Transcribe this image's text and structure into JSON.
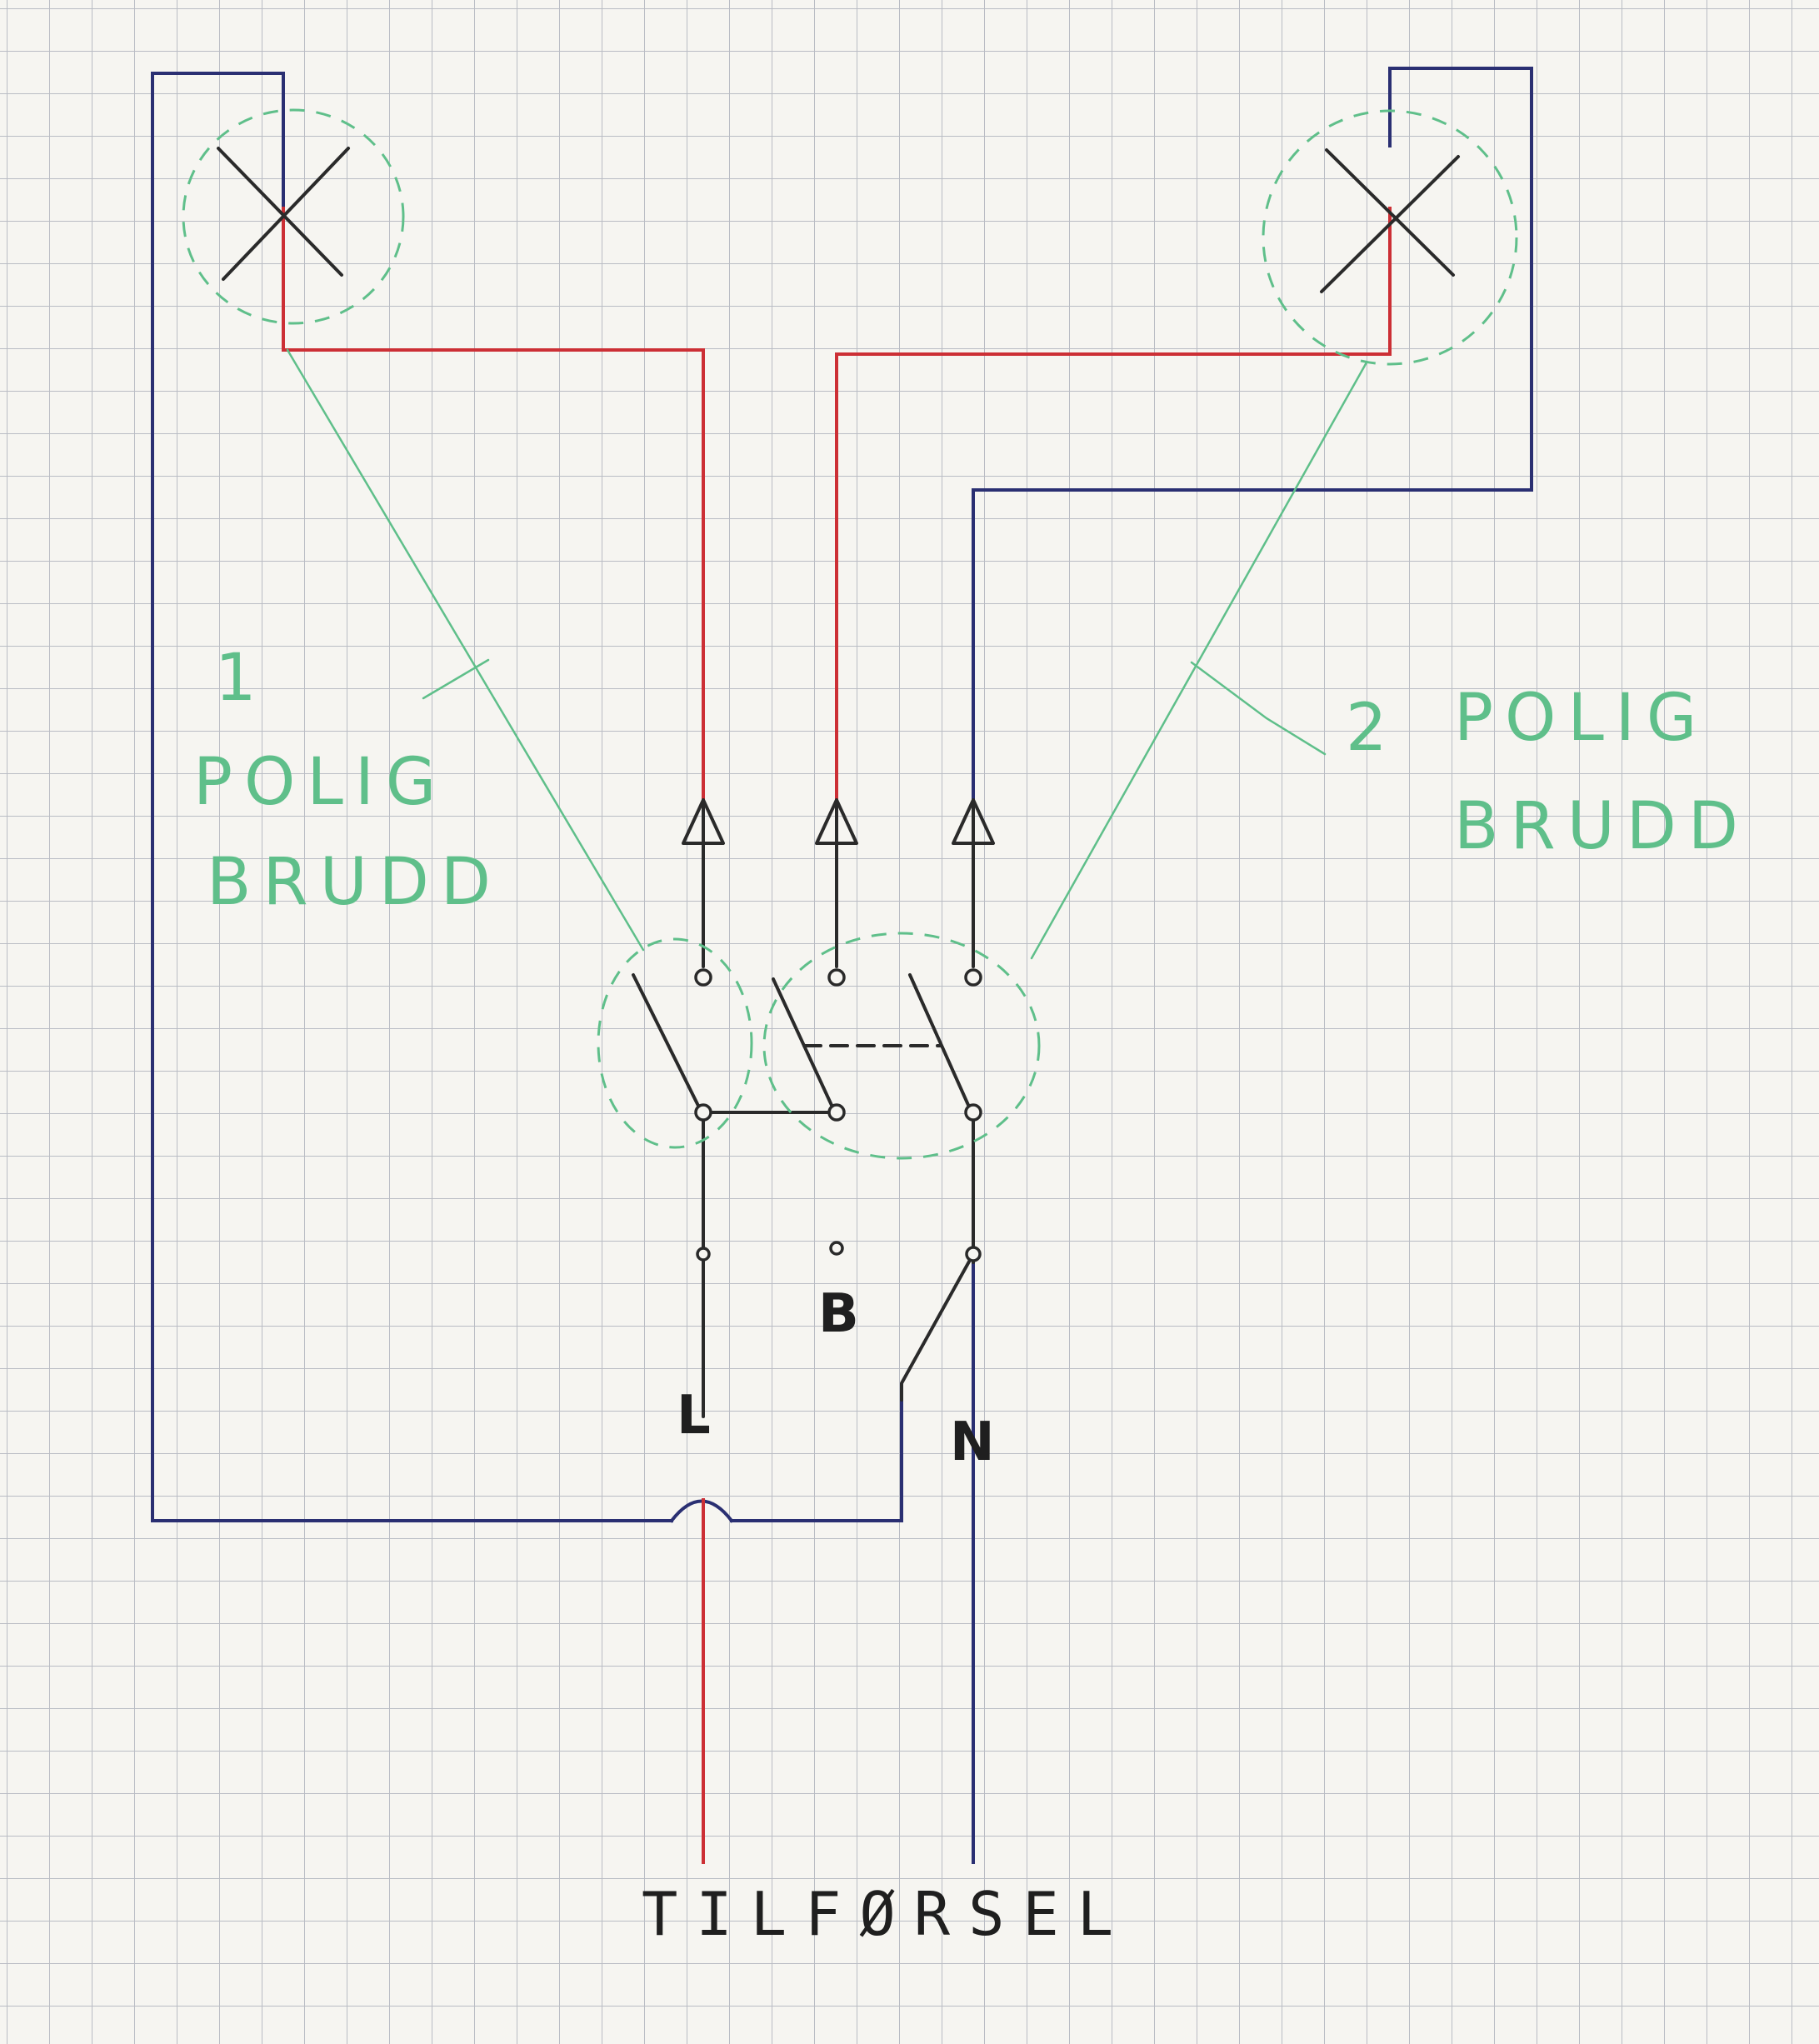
{
  "labels": {
    "left_number": "1",
    "left_line1": "POLIG",
    "left_line2": "BRUDD",
    "right_number": "2",
    "right_line1": "POLIG",
    "right_line2": "BRUDD",
    "terminal_L": "L",
    "terminal_N": "N",
    "terminal_B": "B",
    "supply": "TILFØRSEL"
  },
  "colors": {
    "paper": "#f6f5f1",
    "grid": "#b9bcc4",
    "phase_wire": "#cc2f35",
    "neutral_wire": "#2a2f72",
    "switch_ink": "#2a2a2a",
    "annotation": "#5fbf8a"
  },
  "icons": [
    "lamp-cross-icon",
    "lamp-cross-icon",
    "arrow-up-icon",
    "arrow-up-icon",
    "arrow-up-icon"
  ]
}
